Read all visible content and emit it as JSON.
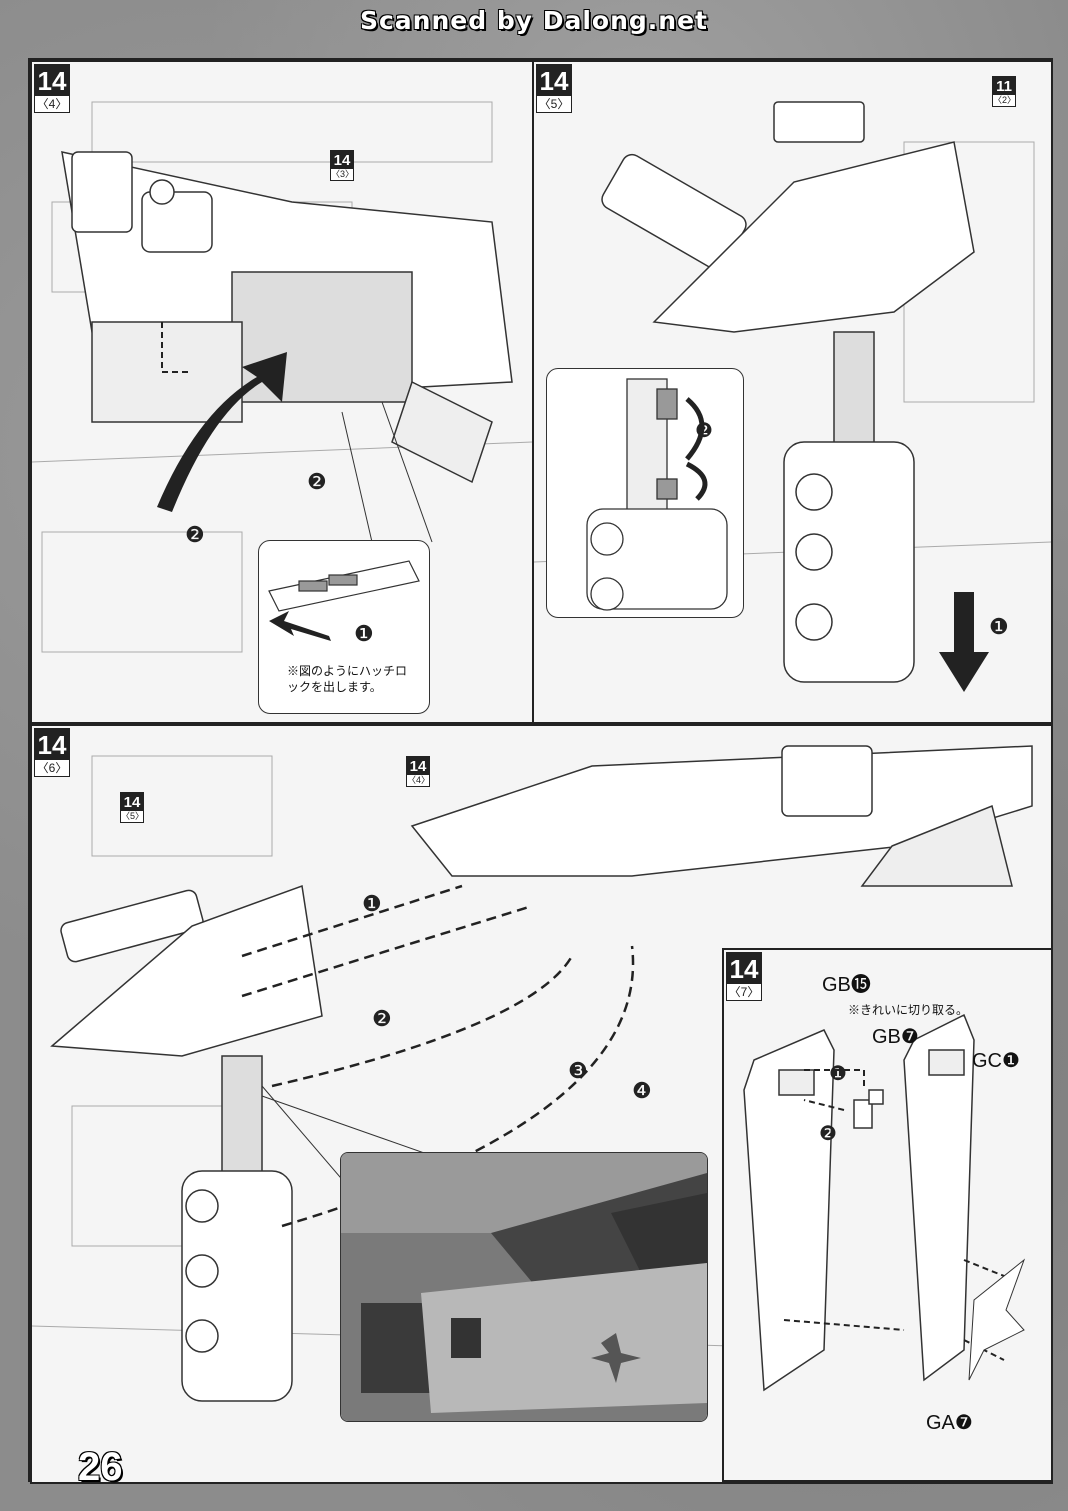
{
  "banner": "Scanned by Dalong.net",
  "page_number": "26",
  "panels": {
    "p1": {
      "step": "14",
      "sub": "〈4〉",
      "ref_step": "14",
      "ref_sub": "〈3〉",
      "note": "※図のようにハッチロックを出します。"
    },
    "p2": {
      "step": "14",
      "sub": "〈5〉",
      "ref_step": "11",
      "ref_sub": "〈2〉"
    },
    "p3": {
      "step": "14",
      "sub": "〈6〉",
      "ref_a_step": "14",
      "ref_a_sub": "〈5〉",
      "ref_b_step": "14",
      "ref_b_sub": "〈4〉"
    },
    "p4": {
      "step": "14",
      "sub": "〈7〉",
      "note": "※きれいに切り取る。"
    }
  },
  "parts": {
    "gb15": "GB⓯",
    "gb7": "GB❼",
    "gc1": "GC❶",
    "ga7": "GA❼"
  },
  "markers": {
    "m1": "❶",
    "m2": "❷",
    "m3": "❸",
    "m4": "❹"
  },
  "colors": {
    "paper": "#f5f5f5",
    "ink": "#222222",
    "frame": "#8c8c8c"
  }
}
